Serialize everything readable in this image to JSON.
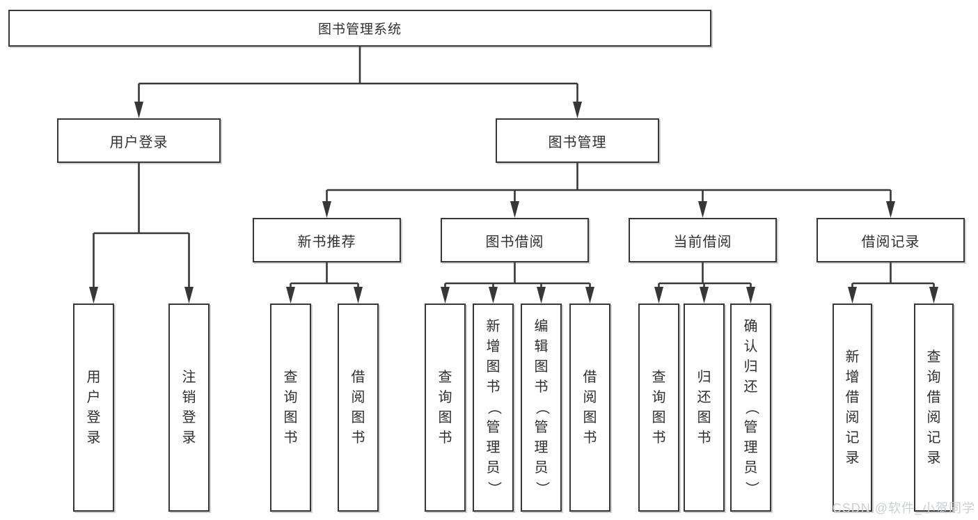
{
  "diagram_title": "图书管理系统",
  "colors": {
    "line": "#373737",
    "box_border": "#373737",
    "box_fill": "#ffffff",
    "text": "#2f2f2f",
    "watermark": "#cbced4"
  },
  "watermark": {
    "text": "CSDN @软件_小贺同学"
  },
  "nodes": [
    {
      "id": "root",
      "name": "node-library-management-system",
      "label": "图书管理系统"
    },
    {
      "id": "user-login",
      "name": "node-user-login",
      "label": "用户登录"
    },
    {
      "id": "book-mgmt",
      "name": "node-book-management",
      "label": "图书管理"
    },
    {
      "id": "new-book-rec",
      "name": "node-new-book-recommendation",
      "label": "新书推荐"
    },
    {
      "id": "book-borrow",
      "name": "node-book-borrowing",
      "label": "图书借阅"
    },
    {
      "id": "current-borrow",
      "name": "node-current-borrowing",
      "label": "当前借阅"
    },
    {
      "id": "borrow-records",
      "name": "node-borrowing-records",
      "label": "借阅记录"
    },
    {
      "id": "leaf-login",
      "name": "node-user-login-leaf",
      "label": "用户登录",
      "vertical": true
    },
    {
      "id": "leaf-logout",
      "name": "node-logout-leaf",
      "label": "注销登录",
      "vertical": true
    },
    {
      "id": "leaf-nbr-query",
      "name": "node-query-books-recommend",
      "label": "查询图书",
      "vertical": true
    },
    {
      "id": "leaf-nbr-borrow",
      "name": "node-borrow-books-recommend",
      "label": "借阅图书",
      "vertical": true
    },
    {
      "id": "leaf-bb-query",
      "name": "node-query-books-borrow",
      "label": "查询图书",
      "vertical": true
    },
    {
      "id": "leaf-bb-add",
      "name": "node-add-books-admin",
      "label": "新增图书（管理员）",
      "vertical": true
    },
    {
      "id": "leaf-bb-edit",
      "name": "node-edit-books-admin",
      "label": "编辑图书（管理员）",
      "vertical": true
    },
    {
      "id": "leaf-bb-borrow",
      "name": "node-borrow-books",
      "label": "借阅图书",
      "vertical": true
    },
    {
      "id": "leaf-cb-query",
      "name": "node-query-books-current",
      "label": "查询图书",
      "vertical": true
    },
    {
      "id": "leaf-cb-return",
      "name": "node-return-books",
      "label": "归还图书",
      "vertical": true
    },
    {
      "id": "leaf-cb-confirm",
      "name": "node-confirm-return-admin",
      "label": "确认归还（管理员）",
      "vertical": true
    },
    {
      "id": "leaf-br-add",
      "name": "node-add-borrow-record",
      "label": "新增借阅记录",
      "vertical": true
    },
    {
      "id": "leaf-br-query",
      "name": "node-query-borrow-record",
      "label": "查询借阅记录",
      "vertical": true
    }
  ],
  "edges": [
    {
      "from": "root",
      "to": [
        "user-login",
        "book-mgmt"
      ]
    },
    {
      "from": "user-login",
      "to": [
        "leaf-login",
        "leaf-logout"
      ]
    },
    {
      "from": "book-mgmt",
      "to": [
        "new-book-rec",
        "book-borrow",
        "current-borrow",
        "borrow-records"
      ]
    },
    {
      "from": "new-book-rec",
      "to": [
        "leaf-nbr-query",
        "leaf-nbr-borrow"
      ]
    },
    {
      "from": "book-borrow",
      "to": [
        "leaf-bb-query",
        "leaf-bb-add",
        "leaf-bb-edit",
        "leaf-bb-borrow"
      ]
    },
    {
      "from": "current-borrow",
      "to": [
        "leaf-cb-query",
        "leaf-cb-return",
        "leaf-cb-confirm"
      ]
    },
    {
      "from": "borrow-records",
      "to": [
        "leaf-br-add",
        "leaf-br-query"
      ]
    }
  ]
}
